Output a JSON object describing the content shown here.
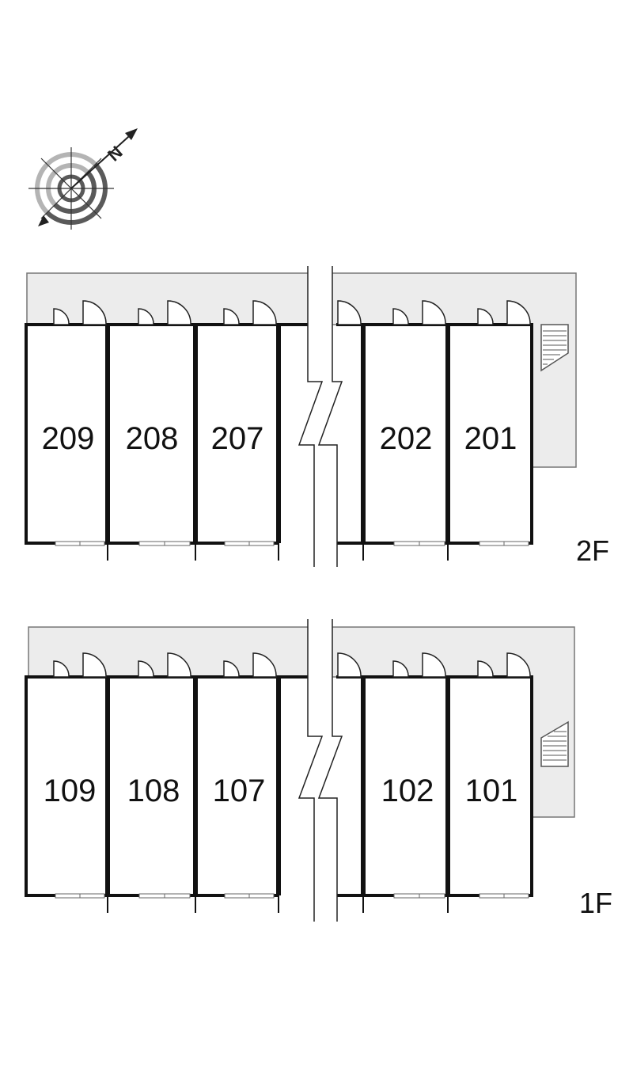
{
  "compass": {
    "north_label": "N",
    "icon": "compass-rose-icon"
  },
  "floors": [
    {
      "label": "2F",
      "units_left": [
        "209",
        "208",
        "207"
      ],
      "units_right": [
        "202",
        "201"
      ]
    },
    {
      "label": "1F",
      "units_left": [
        "109",
        "108",
        "107"
      ],
      "units_right": [
        "102",
        "101"
      ]
    }
  ],
  "colors": {
    "corridor_fill": "#ececec",
    "wall": "#111111",
    "thin_line": "#555555",
    "compass_dark": "#5a5a5a",
    "compass_light": "#b4b4b4"
  }
}
